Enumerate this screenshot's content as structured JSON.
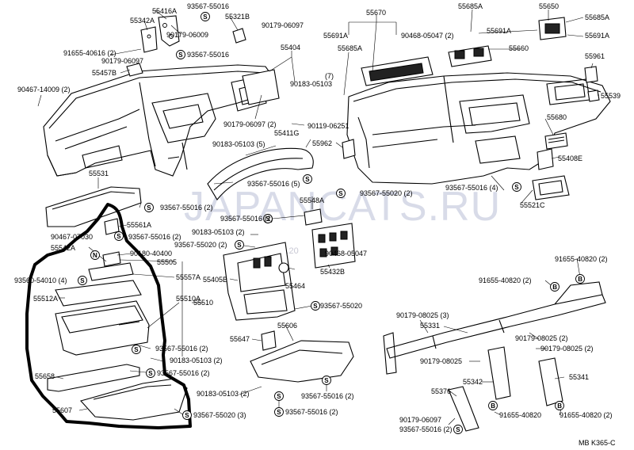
{
  "watermark": "JAPANCATS.RU",
  "watermark_date": "0.09.20",
  "footer_code": "MB  K365-C",
  "symbols": {
    "screw": "S",
    "nut": "N",
    "bolt": "B"
  },
  "labels": {
    "p55416A": "55416A",
    "p55342A": "55342A",
    "p93567_55016_top": "93567-55016",
    "p55321B": "55321B",
    "p90179_06097_top": "90179-06097",
    "p90179_06009": "90179-06009",
    "p91655_40616": "91655-40616 (2)",
    "p90179_06097_l": "90179-06097",
    "p93567_55016_l": "93567-55016",
    "p55457B": "55457B",
    "p90467_14009": "90467-14009 (2)",
    "p55670": "55670",
    "p55685A_t": "55685A",
    "p55650": "55650",
    "p55685A_r": "55685A",
    "p55691A_l": "55691A",
    "p90468_05047_t": "90468-05047 (2)",
    "p55691A_m": "55691A",
    "p55691A_r": "55691A",
    "p55685A_m": "55685A",
    "p55660": "55660",
    "p55404": "55404",
    "p90183_05103_7": "(7)",
    "p90183_05103": "90183-05103",
    "p55961": "55961",
    "p55539": "55539",
    "p90179_06097_2": "90179-06097 (2)",
    "p90119_06251": "90119-06251",
    "p55411G": "55411G",
    "p90183_05103_5": "90183-05103 (5)",
    "p55962": "55962",
    "p55680": "55680",
    "p55408E": "55408E",
    "p55531": "55531",
    "p93567_55016_5": "93567-55016 (5)",
    "p93567_55020_2a": "93567-55020 (2)",
    "p93567_55016_4": "93567-55016 (4)",
    "p55521C": "55521C",
    "p93567_55016_2a": "93567-55016 (2)",
    "p55548A": "55548A",
    "p93567_55016_2b": "93567-55016 (2)",
    "p55561A": "55561A",
    "p90467_07030": "90467-07030",
    "p93567_55016_2c": "93567-55016 (2)",
    "p90183_05103_2a": "90183-05103 (2)",
    "p93567_55020_2b": "93567-55020 (2)",
    "p55542A": "55542A",
    "p90180_40400": "90180-40400",
    "p55505": "55505",
    "p90468_05047": "90468-05047",
    "p93560_54010": "93560-54010 (4)",
    "p55557A": "55557A",
    "p55405B": "55405B",
    "p55464": "55464",
    "p55432B": "55432B",
    "p91655_40820_2a": "91655-40820 (2)",
    "p91655_40820_2b": "91655-40820 (2)",
    "p55512A": "55512A",
    "p55510A": "55510A",
    "p55510": "55510",
    "p93567_55020": "93567-55020",
    "p90179_08025_3": "90179-08025 (3)",
    "p55331": "55331",
    "p55606": "55606",
    "p55647": "55647",
    "p90179_08025_2a": "90179-08025 (2)",
    "p90179_08025_2b": "90179-08025 (2)",
    "p93567_55016_2d": "93567-55016 (2)",
    "p90183_05103_2b": "90183-05103 (2)",
    "p90179_08025": "90179-08025",
    "p55658": "55658",
    "p93567_55016_2e": "93567-55016 (2)",
    "p55342": "55342",
    "p55341": "55341",
    "p90183_05103_2c": "90183-05103 (2)",
    "p93567_55016_2f": "93567-55016 (2)",
    "p55376": "55376",
    "p55607": "55607",
    "p93567_55020_3": "93567-55020 (3)",
    "p93567_55016_2g": "93567-55016 (2)",
    "p91655_40820": "91655-40820",
    "p91655_40820_2c": "91655-40820 (2)",
    "p90179_06097_b": "90179-06097",
    "p93567_55016_2h": "93567-55016 (2)"
  }
}
